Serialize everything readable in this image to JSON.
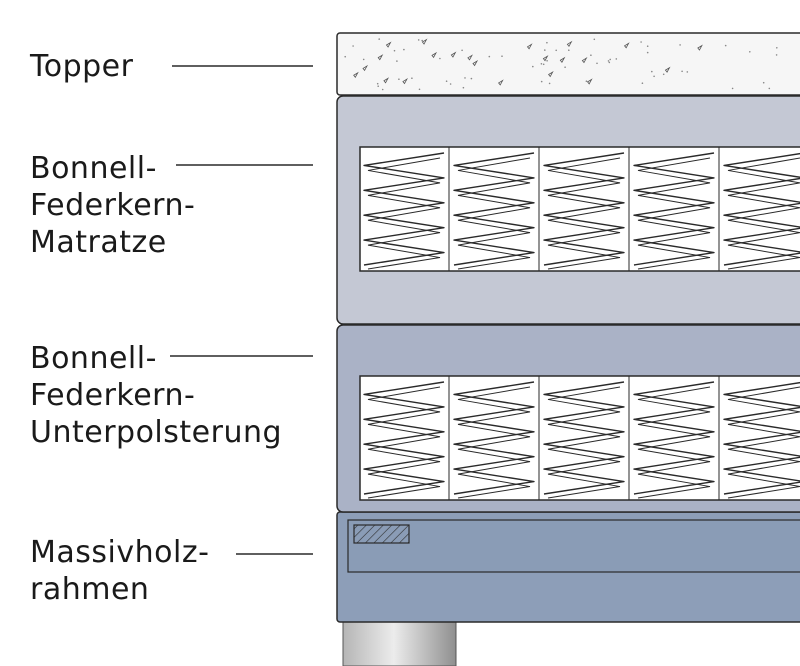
{
  "labels": {
    "topper": [
      "Topper"
    ],
    "matratze": [
      "Bonnell-",
      "Federkern-",
      "Matratze"
    ],
    "unterpolsterung": [
      "Bonnell-",
      "Federkern-",
      "Unterpolsterung"
    ],
    "rahmen": [
      "Massivholz-",
      "rahmen"
    ]
  },
  "colors": {
    "topper_fill": "#f6f6f6",
    "mattress_fill": "#c4c8d4",
    "underlay_fill": "#aab2c6",
    "frame_fill": "#8d9eb8",
    "frame_front": "#8598b3",
    "spring_area": "#ffffff",
    "outline": "#2a2a2a",
    "leg_light": "#e6e6e6",
    "leg_dark": "#9a9a9a"
  }
}
